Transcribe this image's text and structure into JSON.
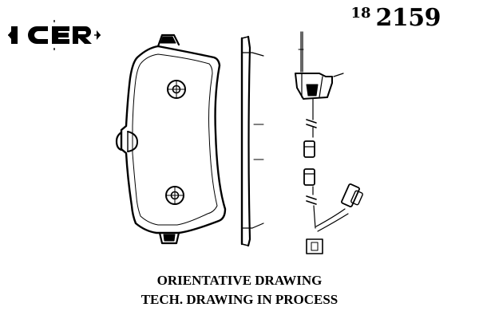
{
  "brand": {
    "name": "ICER"
  },
  "part_number": {
    "prefix": "18",
    "number": "2159"
  },
  "drawing": {
    "pad_front_view": "brake-pad-front",
    "pad_side_view": "brake-pad-side",
    "wear_sensor": "wear-sensor-cable"
  },
  "captions": {
    "line1": "ORIENTATIVE DRAWING",
    "line2": "TECH. DRAWING IN PROCESS"
  }
}
